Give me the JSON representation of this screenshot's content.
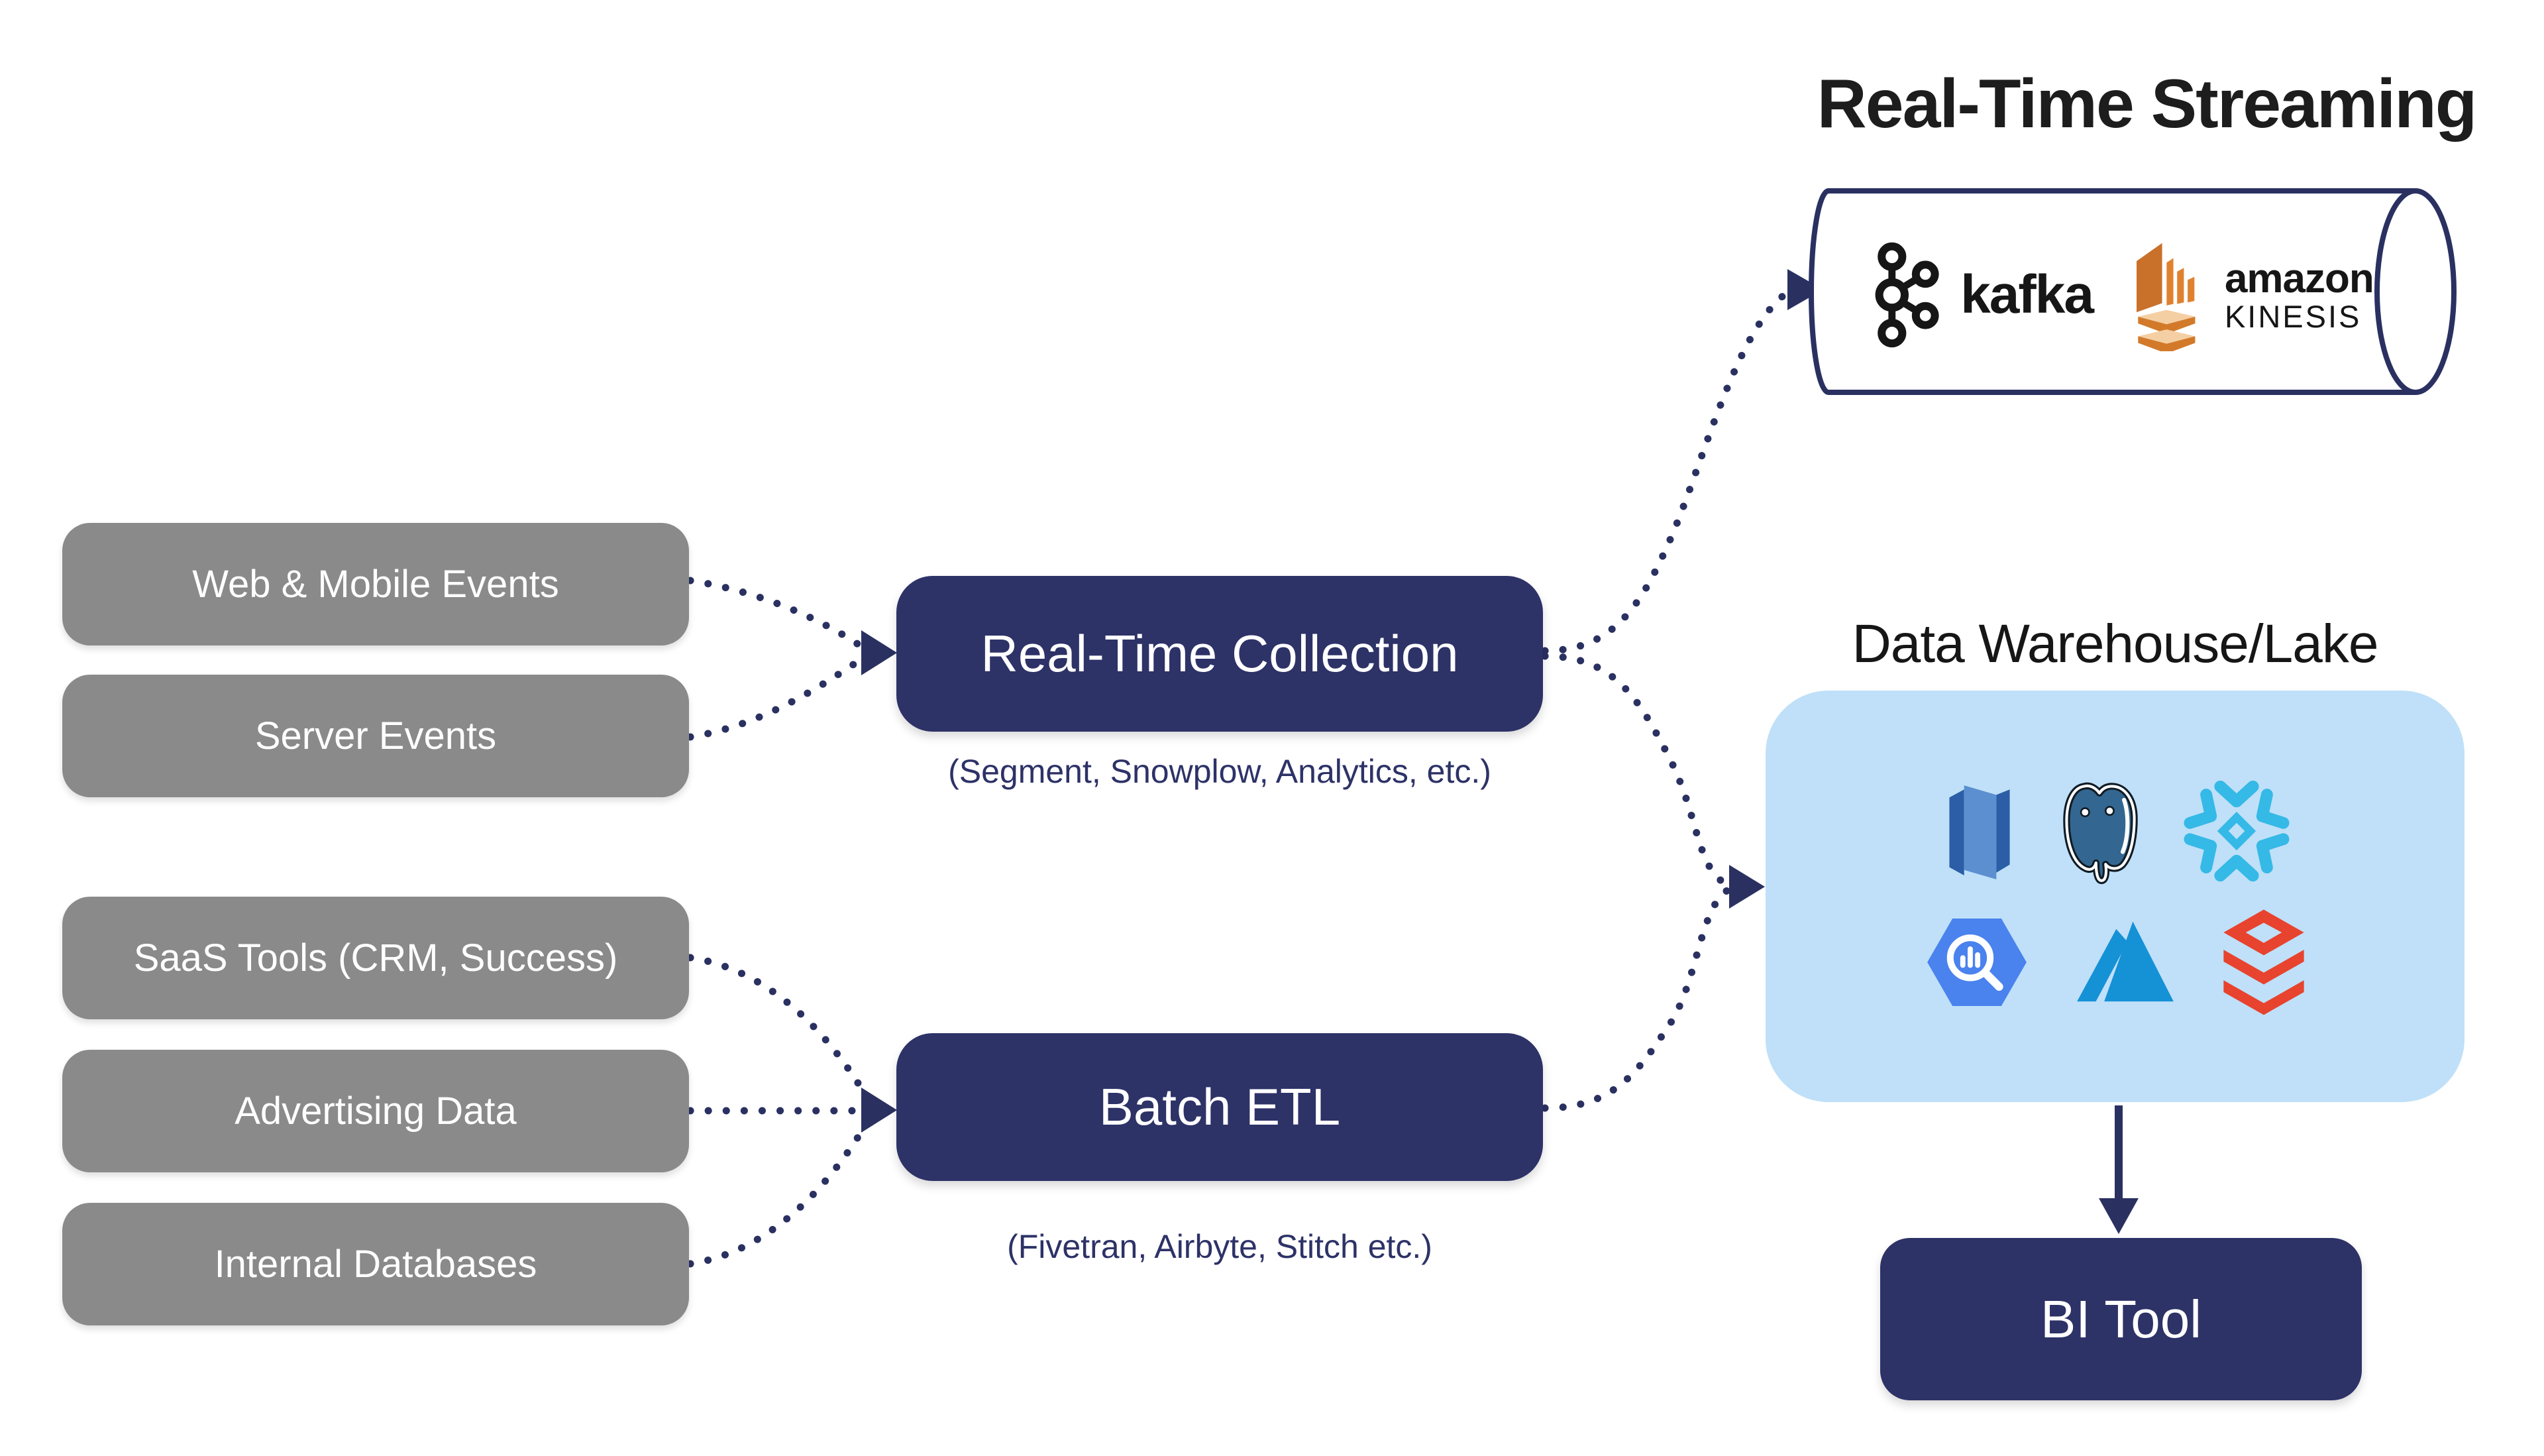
{
  "palette": {
    "navy": "#2d3267",
    "arrow_navy": "#2a3161",
    "source_gray": "#8a8a8a",
    "warehouse_light_blue": "#bfe0f8",
    "title_text": "#1d1d1d",
    "box_text": "#ffffff",
    "kafka_black": "#161616",
    "kinesis_orange": "#e0812f",
    "redshift_blue": "#4a80c6",
    "postgres_blue": "#336791",
    "snowflake_blue": "#35b9e6",
    "bigquery_blue": "#4a82ee",
    "azure_blue": "#1591d6",
    "databricks_red": "#e8432e"
  },
  "sources": {
    "realtime": [
      {
        "label": "Web & Mobile Events"
      },
      {
        "label": "Server Events"
      }
    ],
    "batch": [
      {
        "label": "SaaS Tools (CRM, Success)"
      },
      {
        "label": "Advertising Data"
      },
      {
        "label": "Internal Databases"
      }
    ]
  },
  "processors": {
    "realtime_collection": {
      "label": "Real-Time Collection",
      "subtitle": "(Segment, Snowplow, Analytics, etc.)"
    },
    "batch_etl": {
      "label": "Batch ETL",
      "subtitle": "(Fivetran, Airbyte, Stitch etc.)"
    }
  },
  "streaming": {
    "title": "Real-Time Streaming",
    "kafka_wordmark": "kafka",
    "kinesis_brand": "amazon",
    "kinesis_product": "KINESIS",
    "icons": [
      "kafka-icon",
      "amazon-kinesis-icon"
    ]
  },
  "warehouse": {
    "title": "Data Warehouse/Lake",
    "icons": [
      "redshift-icon",
      "postgresql-icon",
      "snowflake-icon",
      "bigquery-icon",
      "azure-icon",
      "databricks-icon"
    ]
  },
  "bi_tool": {
    "label": "BI Tool"
  }
}
